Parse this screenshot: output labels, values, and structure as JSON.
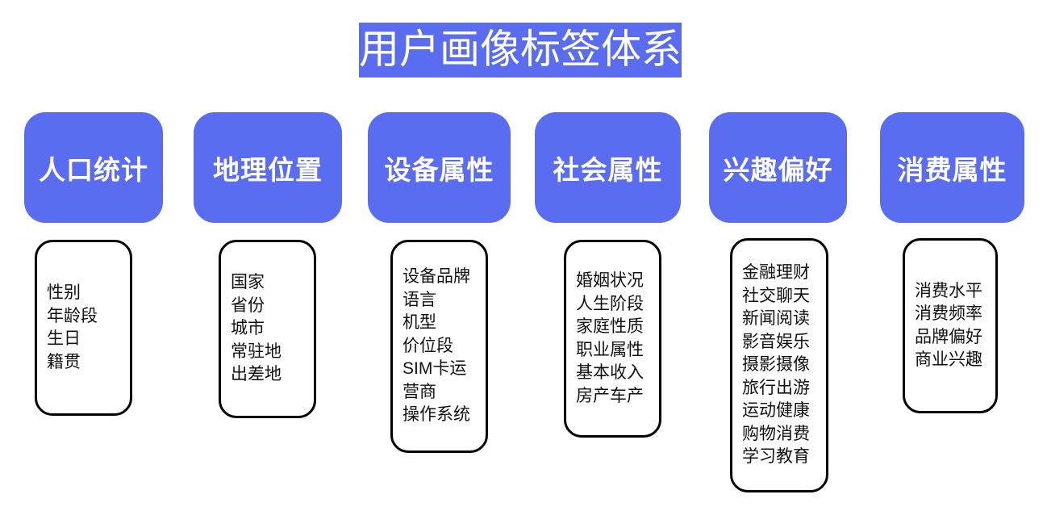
{
  "title": "用户画像标签体系",
  "colors": {
    "accent": "#5a6cf0",
    "header_text": "#ffffff",
    "list_border": "#000000",
    "list_text": "#111111",
    "background": "#ffffff"
  },
  "columns": [
    {
      "header": "人口统计",
      "items": [
        "性别",
        "年龄段",
        "生日",
        "籍贯"
      ]
    },
    {
      "header": "地理位置",
      "items": [
        "国家",
        "省份",
        "城市",
        "常驻地",
        "出差地"
      ]
    },
    {
      "header": "设备属性",
      "items": [
        "设备品牌",
        "语言",
        "机型",
        "价位段",
        "SIM卡运营商",
        "操作系统"
      ]
    },
    {
      "header": "社会属性",
      "items": [
        "婚姻状况",
        "人生阶段",
        "家庭性质",
        "职业属性",
        "基本收入",
        "房产车产"
      ]
    },
    {
      "header": "兴趣偏好",
      "items": [
        "金融理财",
        "社交聊天",
        "新闻阅读",
        "影音娱乐",
        "摄影摄像",
        "旅行出游",
        "运动健康",
        "购物消费",
        "学习教育"
      ]
    },
    {
      "header": "消费属性",
      "items": [
        "消费水平",
        "消费频率",
        "品牌偏好",
        "商业兴趣"
      ]
    }
  ]
}
